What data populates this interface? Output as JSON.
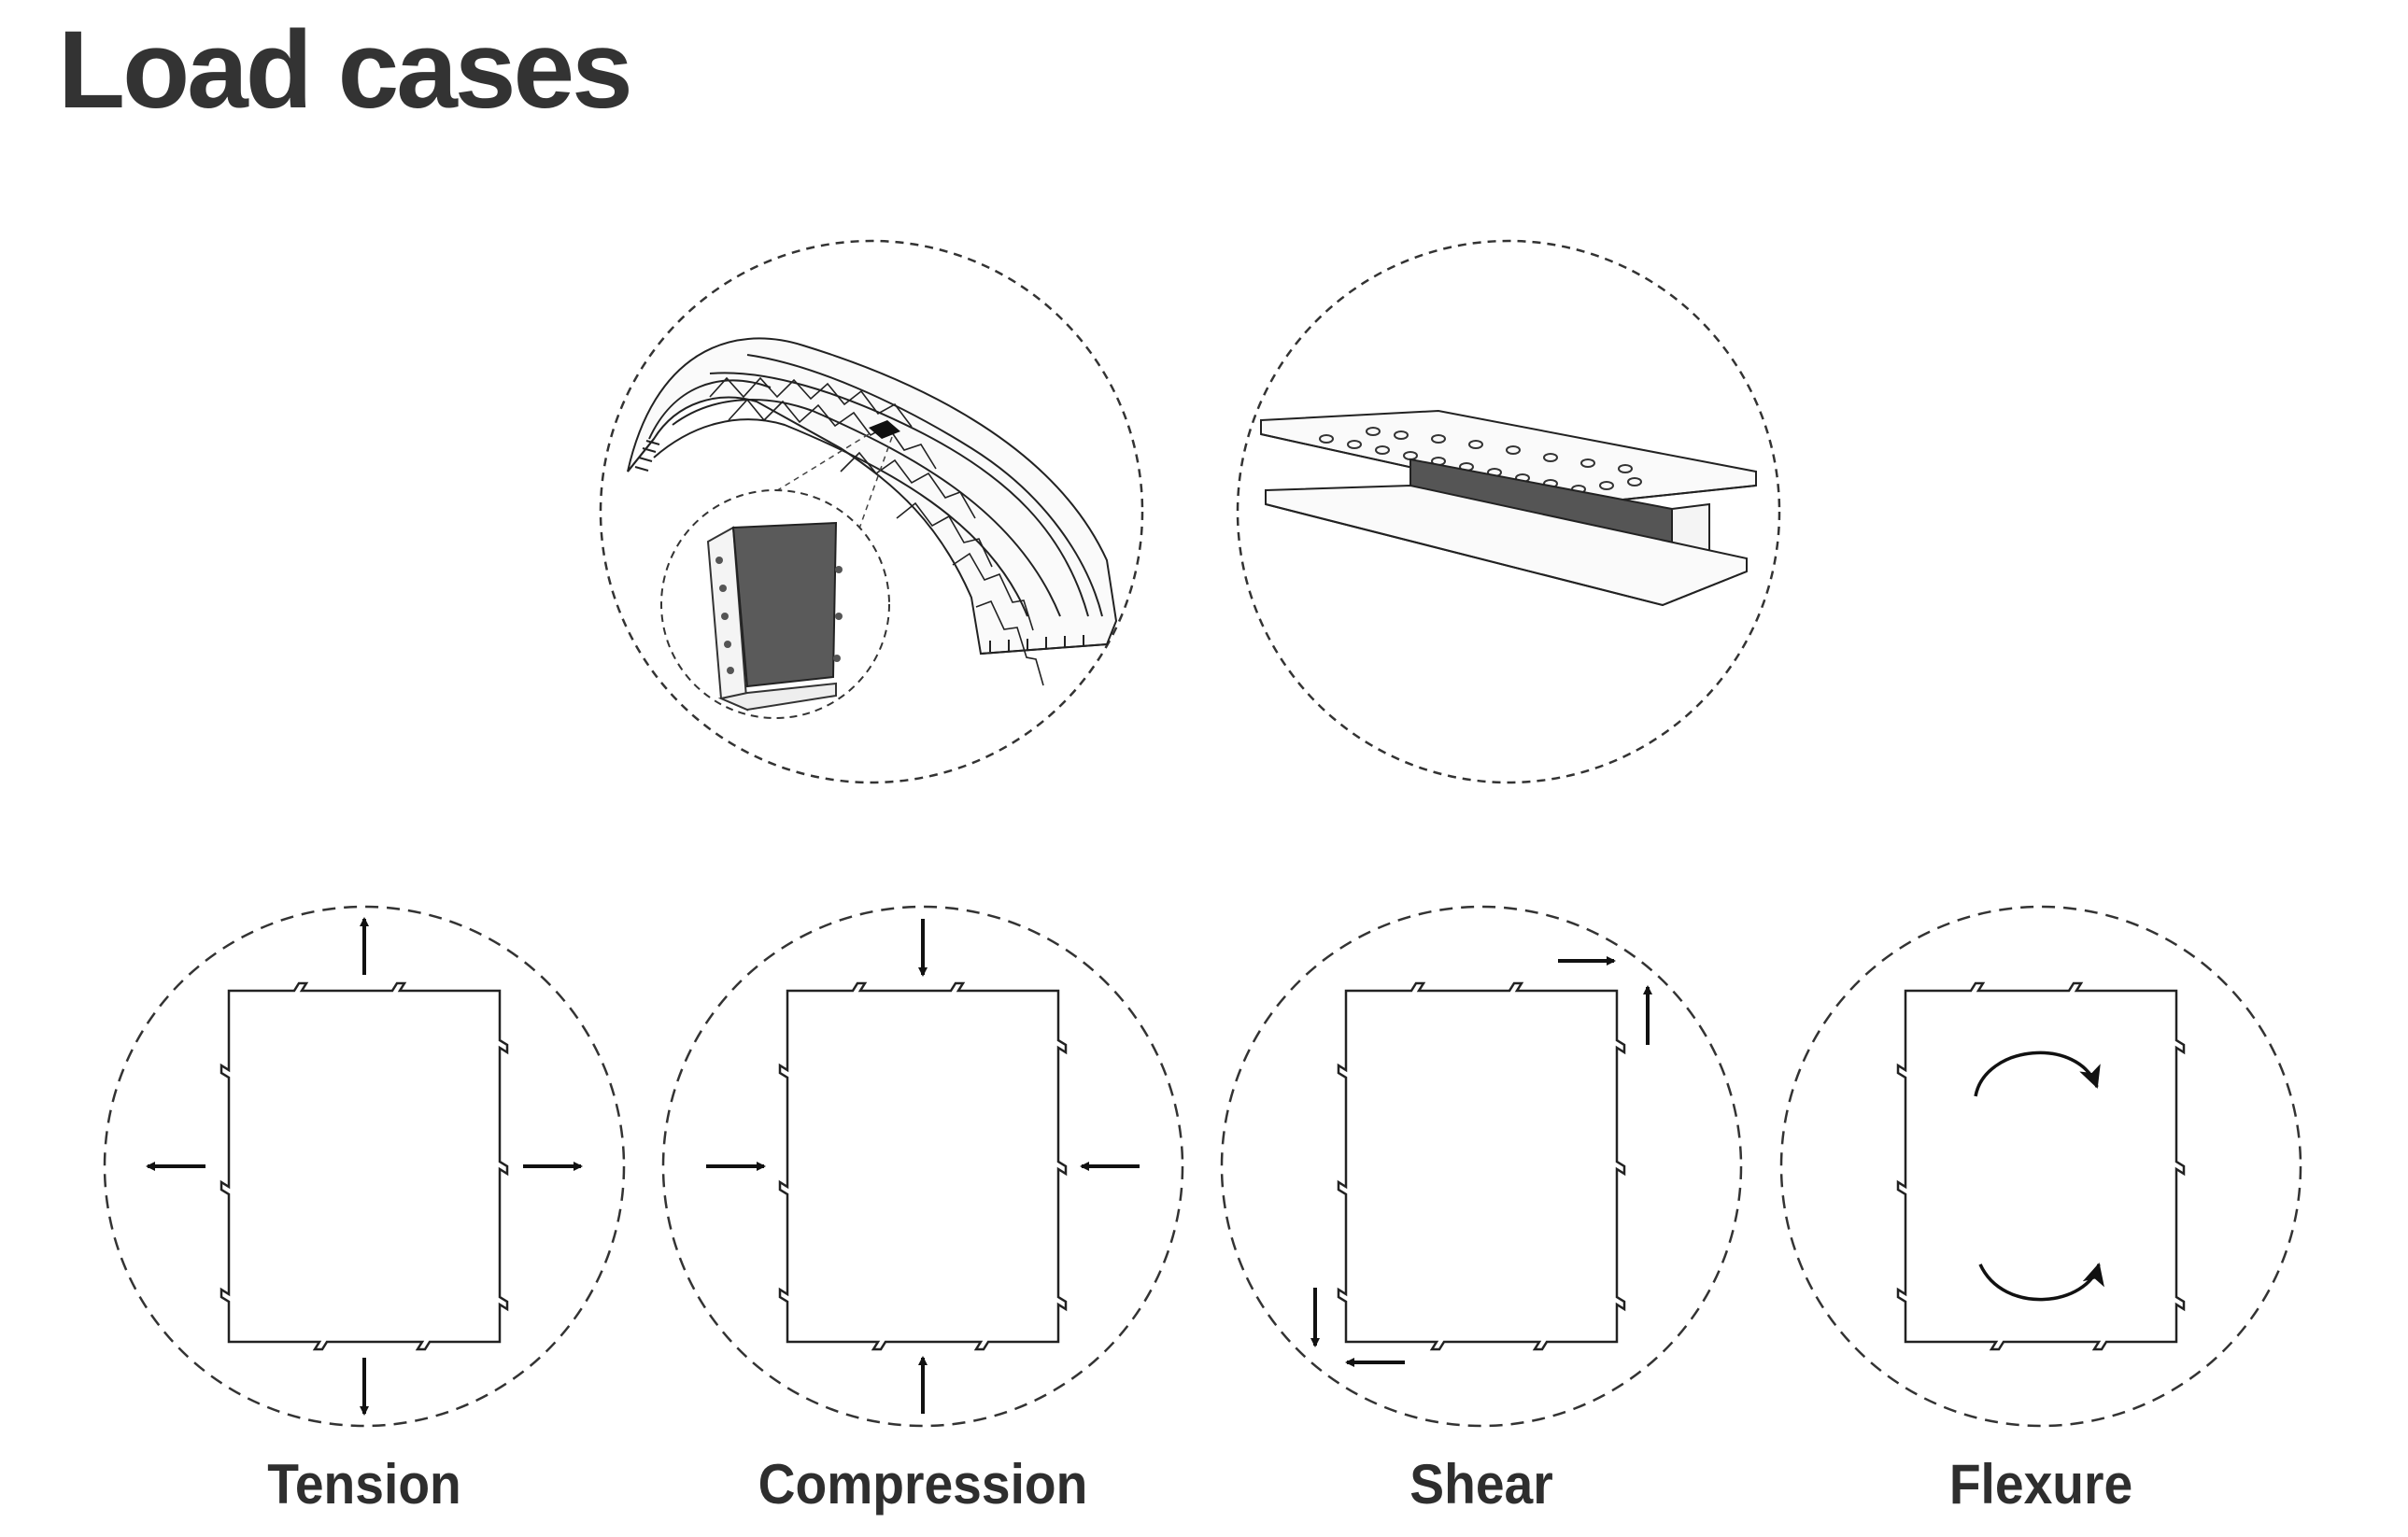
{
  "title": "Load cases",
  "cases": [
    {
      "label": "Tension"
    },
    {
      "label": "Compression"
    },
    {
      "label": "Shear"
    },
    {
      "label": "Flexure"
    }
  ],
  "illustrations": [
    {
      "name": "tiled-vault-with-panel-detail"
    },
    {
      "name": "i-beam-with-panel-web"
    }
  ],
  "colors": {
    "text": "#333333",
    "line": "#222222",
    "panel": "#5a5a5a",
    "background": "#ffffff"
  }
}
